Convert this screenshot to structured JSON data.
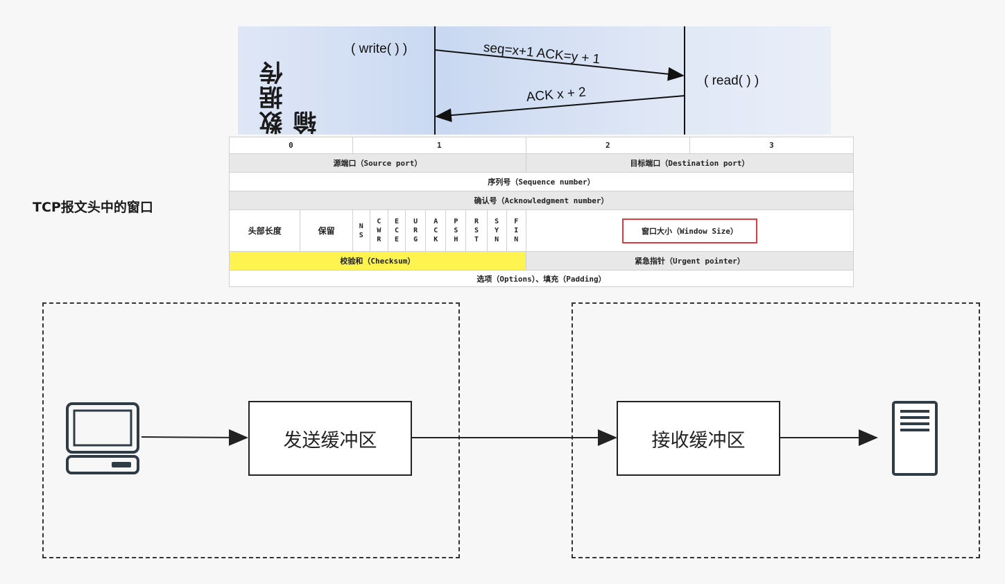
{
  "sequence": {
    "side_label": "数据传输",
    "write_label": "( write( ) )",
    "read_label": "( read( ) )",
    "msg_forward": "seq=x+1 ACK=y + 1",
    "msg_back": "ACK x + 2"
  },
  "caption": "TCP报文头中的窗口",
  "tcp_header": {
    "byte_columns": [
      "0",
      "1",
      "2",
      "3"
    ],
    "source_port": "源端口（Source port）",
    "dest_port": "目标端口（Destination port）",
    "seq_number": "序列号（Sequence number）",
    "ack_number": "确认号（Acknowledgment number）",
    "header_length": "头部长度",
    "reserved": "保留",
    "flags": [
      "N S",
      "C W R",
      "E C E",
      "U R G",
      "A C K",
      "P S H",
      "R S T",
      "S Y N",
      "F I N"
    ],
    "window_size": "窗口大小（Window Size）",
    "checksum": "校验和（Checksum）",
    "urgent_pointer": "紧急指针（Urgent pointer）",
    "options": "选项（Options）、填充（Padding）",
    "colors": {
      "checksum_highlight": "#fff44f",
      "window_box": "#e0393e"
    }
  },
  "flow": {
    "send_buffer": "发送缓冲区",
    "recv_buffer": "接收缓冲区",
    "sender_icon": "computer-icon",
    "receiver_icon": "server-icon"
  }
}
